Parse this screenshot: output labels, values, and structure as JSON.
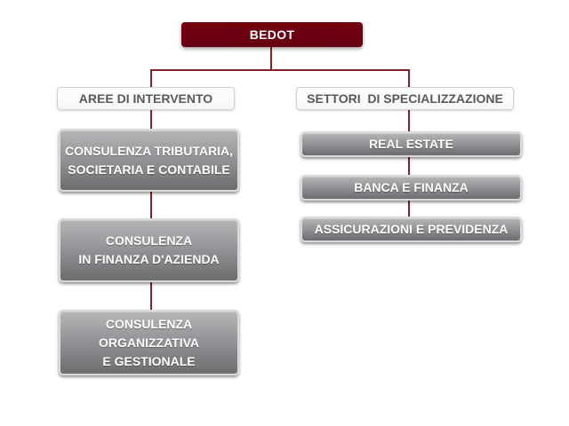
{
  "colors": {
    "root_bg": "#73000f",
    "root_bg_dark": "#660011",
    "root_text": "#ffffff",
    "connector": "#85202a",
    "header_bg": "#f6f6f7",
    "header_border": "#d0d1d3",
    "header_text": "#58595b",
    "node_top": "#b5b6b8",
    "node_mid": "#929396",
    "node_bottom": "#6c6d6f",
    "node_border": "#d9dadb",
    "node_text": "#ffffff"
  },
  "chart": {
    "root": {
      "label": "BEDOT"
    },
    "branches": [
      {
        "header": "AREE DI INTERVENTO",
        "nodes": [
          {
            "lines": [
              "CONSULENZA TRIBUTARIA,",
              "SOCIETARIA E CONTABILE"
            ]
          },
          {
            "lines": [
              "CONSULENZA",
              "IN FINANZA D'AZIENDA"
            ]
          },
          {
            "lines": [
              "CONSULENZA",
              "ORGANIZZATIVA",
              "E GESTIONALE"
            ]
          }
        ]
      },
      {
        "header": "SETTORI  DI SPECIALIZZAZIONE",
        "nodes": [
          {
            "lines": [
              "REAL ESTATE"
            ]
          },
          {
            "lines": [
              "BANCA E FINANZA"
            ]
          },
          {
            "lines": [
              "ASSICURAZIONI E PREVIDENZA"
            ]
          }
        ]
      }
    ]
  }
}
